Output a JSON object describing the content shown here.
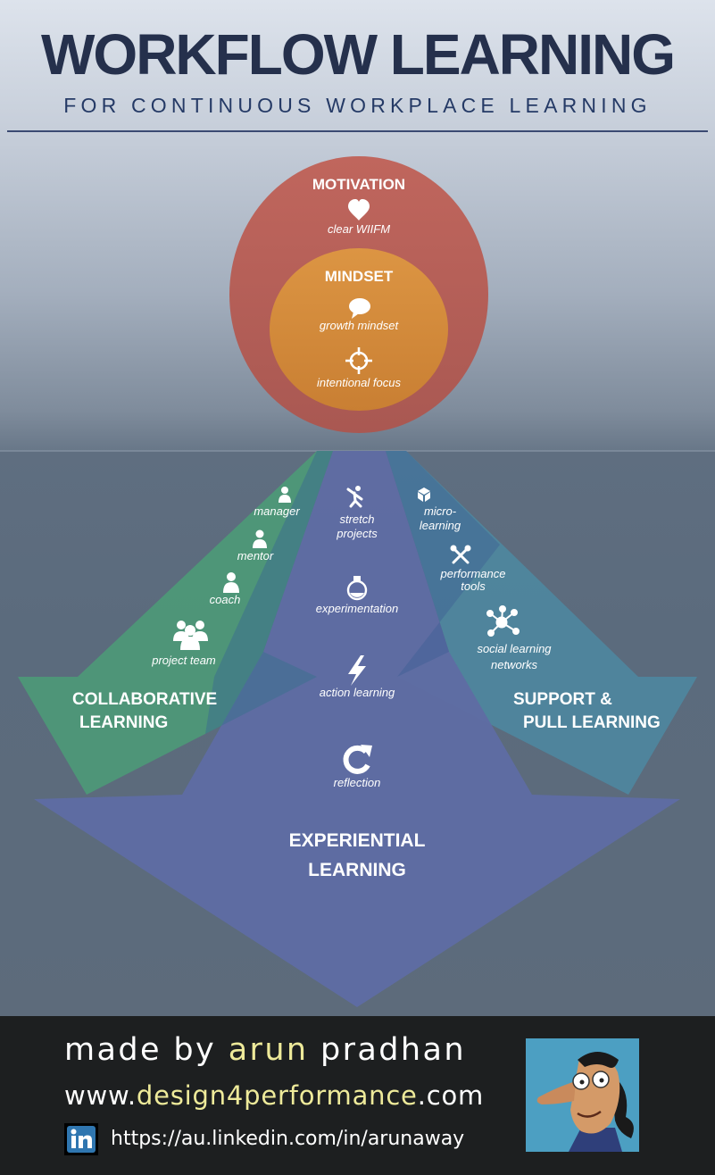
{
  "header": {
    "title": "WORKFLOW LEARNING",
    "subtitle": "FOR CONTINUOUS WORKPLACE LEARNING"
  },
  "colors": {
    "motivation_circle": "#b8635b",
    "mindset_circle": "#d58d3a",
    "collaborative_arrow": "#4d9977",
    "support_arrow": "#4f869e",
    "experiential_arrow": "#5f6ca3",
    "title_text": "#25304c",
    "footer_bg": "#1d1f20",
    "footer_highlight": "#eeea9a"
  },
  "motivation": {
    "heading": "MOTIVATION",
    "items": [
      {
        "icon": "heart-icon",
        "label": "clear WIIFM"
      }
    ]
  },
  "mindset": {
    "heading": "MINDSET",
    "items": [
      {
        "icon": "brain-icon",
        "label": "growth mindset"
      },
      {
        "icon": "crosshair-icon",
        "label": "intentional focus"
      }
    ]
  },
  "collaborative": {
    "heading_line1": "COLLABORATIVE",
    "heading_line2": "LEARNING",
    "items": [
      {
        "icon": "person-icon",
        "label": "manager"
      },
      {
        "icon": "person-icon",
        "label": "mentor"
      },
      {
        "icon": "person-icon",
        "label": "coach"
      },
      {
        "icon": "team-icon",
        "label": "project team"
      }
    ]
  },
  "experiential": {
    "heading_line1": "EXPERIENTIAL",
    "heading_line2": "LEARNING",
    "items": [
      {
        "icon": "stretch-figure-icon",
        "label_line1": "stretch",
        "label_line2": "projects"
      },
      {
        "icon": "flask-icon",
        "label_line1": "experimentation"
      },
      {
        "icon": "lightning-icon",
        "label_line1": "action learning"
      },
      {
        "icon": "refresh-icon",
        "label_line1": "reflection"
      }
    ]
  },
  "support": {
    "heading_line1": "SUPPORT &",
    "heading_line2": "PULL LEARNING",
    "items": [
      {
        "icon": "cube-icon",
        "label_line1": "micro-",
        "label_line2": "learning"
      },
      {
        "icon": "tools-icon",
        "label_line1": "performance",
        "label_line2": "tools"
      },
      {
        "icon": "network-icon",
        "label_line1": "social learning",
        "label_line2": "networks"
      }
    ]
  },
  "footer": {
    "made_by_prefix": "made by ",
    "author_first": "arun",
    "author_last": " pradhan",
    "website_prefix": "www.",
    "website_domain": "design4performance",
    "website_suffix": ".com",
    "linkedin_icon": "linkedin-icon",
    "linkedin_url": "https://au.linkedin.com/in/arunaway",
    "avatar": "author-caricature"
  }
}
